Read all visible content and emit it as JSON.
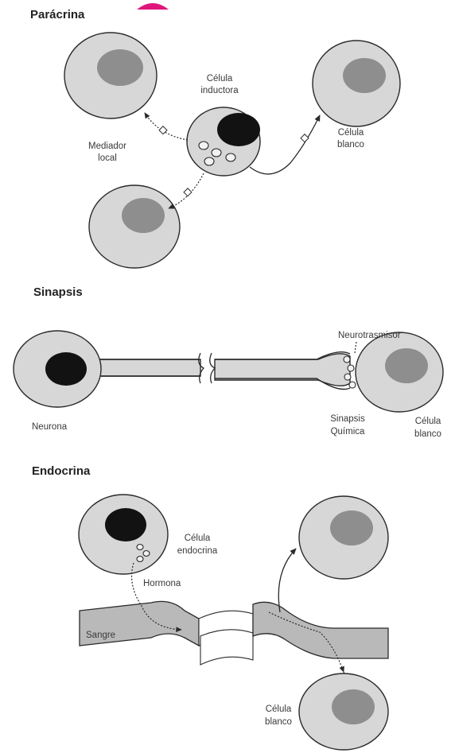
{
  "sections": {
    "paracrina": {
      "title": "Parácrina",
      "inductor_label_1": "Célula",
      "inductor_label_2": "inductora",
      "mediator_label_1": "Mediador",
      "mediator_label_2": "local",
      "target_label_1": "Célula",
      "target_label_2": "blanco"
    },
    "sinapsis": {
      "title": "Sinapsis",
      "neurotransmitter_label": "Neurotrasmisor",
      "neuron_label": "Neurona",
      "synapse_label_1": "Sinapsis",
      "synapse_label_2": "Química",
      "target_label_1": "Célula",
      "target_label_2": "blanco"
    },
    "endocrina": {
      "title": "Endocrina",
      "endocrine_label_1": "Célula",
      "endocrine_label_2": "endocrina",
      "hormone_label": "Hormona",
      "blood_label": "Sangre",
      "target_label_1": "Célula",
      "target_label_2": "blanco"
    }
  },
  "colors": {
    "cell_fill": "#d7d7d7",
    "nucleus_gray": "#8e8e8e",
    "nucleus_dark": "#121212",
    "vessel_fill": "#b9b9b9",
    "accent_magenta": "#e0167c"
  }
}
